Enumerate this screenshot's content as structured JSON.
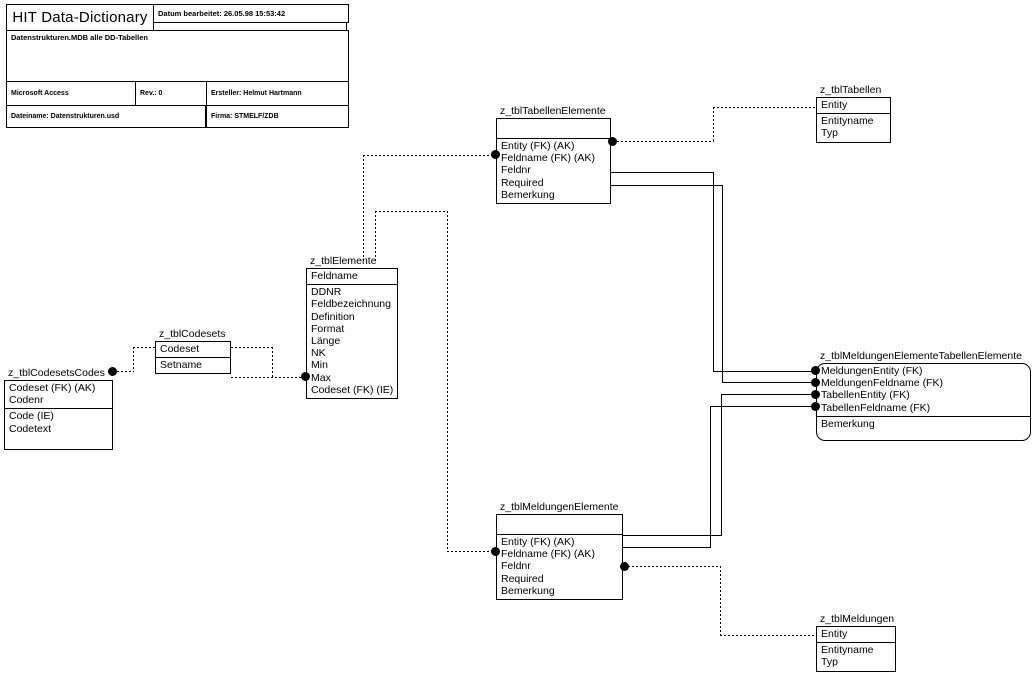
{
  "title_block": {
    "title": "HIT Data-Dictionary",
    "date_label": "Datum bearbeitet: 26.05.98 15:53:42",
    "subject": "Datenstrukturen.MDB alle DD-Tabellen",
    "tool": "Microsoft Access",
    "revision": "Rev.: 0",
    "author": "Ersteller: Helmut Hartmann",
    "filename": "Dateiname: Datenstrukturen.usd",
    "company": "Firma: STMELF/ZDB"
  },
  "entities": [
    {
      "id": "z_tblTabellenElemente",
      "name": "z_tblTabellenElemente",
      "key_attributes": [],
      "attributes": [
        "Entity (FK) (AK)",
        "Feldname (FK) (AK)",
        "Feldnr",
        "Required",
        "Bemerkung"
      ],
      "shape": "square"
    },
    {
      "id": "z_tblTabellen",
      "name": "z_tblTabellen",
      "key_attributes": [
        "Entity"
      ],
      "attributes": [
        "Entityname",
        "Typ"
      ],
      "shape": "square"
    },
    {
      "id": "z_tblElemente",
      "name": "z_tblElemente",
      "key_attributes": [
        "Feldname"
      ],
      "attributes": [
        "DDNR",
        "Feldbezeichnung",
        "Definition",
        "Format",
        "Länge",
        "NK",
        "Min",
        "Max",
        "Codeset (FK) (IE)"
      ],
      "shape": "square"
    },
    {
      "id": "z_tblCodesets",
      "name": "z_tblCodesets",
      "key_attributes": [
        "Codeset"
      ],
      "attributes": [
        "Setname"
      ],
      "shape": "square"
    },
    {
      "id": "z_tblCodesetsCodes",
      "name": "z_tblCodesetsCodes",
      "key_attributes": [
        "Codeset (FK) (AK)",
        "Codenr"
      ],
      "attributes": [
        "Code (IE)",
        "Codetext"
      ],
      "shape": "square"
    },
    {
      "id": "z_tblMeldungenElementeTabellenElemente",
      "name": "z_tblMeldungenElementeTabellenElemente",
      "key_attributes": [
        "MeldungenEntity (FK)",
        "MeldungenFeldname (FK)",
        "TabellenEntity (FK)",
        "TabellenFeldname (FK)"
      ],
      "attributes": [
        "Bemerkung"
      ],
      "shape": "rounded"
    },
    {
      "id": "z_tblMeldungenElemente",
      "name": "z_tblMeldungenElemente",
      "key_attributes": [],
      "attributes": [
        "Entity (FK) (AK)",
        "Feldname (FK) (AK)",
        "Feldnr",
        "Required",
        "Bemerkung"
      ],
      "shape": "square"
    },
    {
      "id": "z_tblMeldungen",
      "name": "z_tblMeldungen",
      "key_attributes": [
        "Entity"
      ],
      "attributes": [
        "Entityname",
        "Typ"
      ],
      "shape": "square"
    }
  ],
  "colors": {
    "line": "#000000",
    "background": "#ffffff",
    "text": "#000000"
  }
}
